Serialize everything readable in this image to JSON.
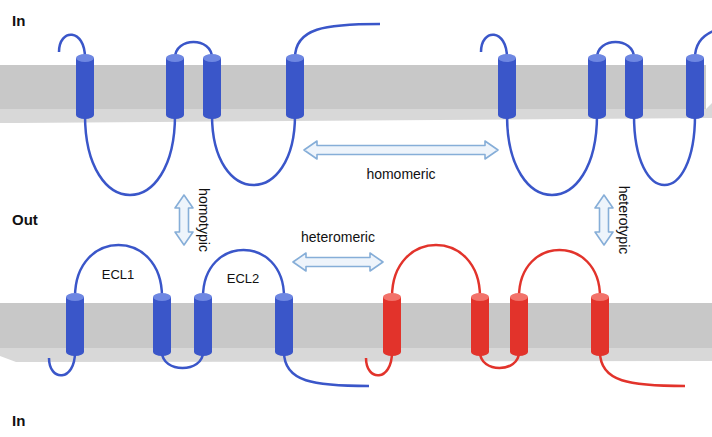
{
  "diagram": {
    "nodes": [
      {
        "text": []
      },
      {
        "text": []
      },
      {
        "text": [
          "ECL1",
          "ECL2"
        ]
      },
      {
        "text": []
      }
    ],
    "edges": [
      {
        "from": 0,
        "to": 1,
        "arrow": "both",
        "label": "homomeric"
      },
      {
        "from": 0,
        "to": 2,
        "arrow": "both",
        "label": "homotypic"
      },
      {
        "from": 2,
        "to": 3,
        "arrow": "both",
        "label": "heteromeric"
      },
      {
        "from": 1,
        "to": 3,
        "arrow": "both",
        "label": "heterotypic"
      }
    ],
    "labels": [
      "In",
      "Out",
      "In"
    ]
  }
}
